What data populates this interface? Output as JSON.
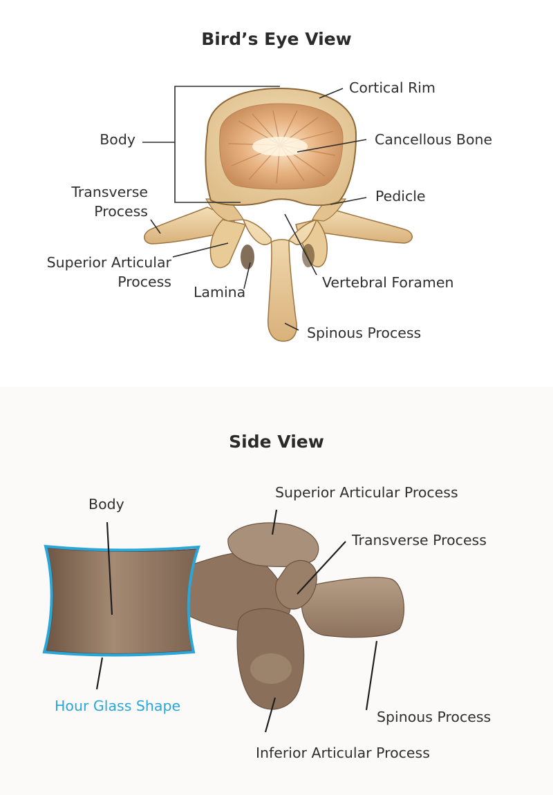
{
  "top": {
    "title": "Bird’s Eye View",
    "labels": {
      "cortical_rim": "Cortical Rim",
      "body": "Body",
      "cancellous_bone": "Cancellous Bone",
      "transverse_process_1": "Transverse",
      "transverse_process_2": "Process",
      "pedicle": "Pedicle",
      "superior_articular_1": "Superior Articular",
      "superior_articular_2": "Process",
      "lamina": "Lamina",
      "vertebral_foramen": "Vertebral Foramen",
      "spinous_process": "Spinous Process"
    }
  },
  "bottom": {
    "title": "Side View",
    "labels": {
      "body": "Body",
      "superior_articular_process": "Superior Articular Process",
      "transverse_process": "Transverse Process",
      "hour_glass_shape": "Hour Glass Shape",
      "spinous_process": "Spinous Process",
      "inferior_articular_process": "Inferior Articular Process"
    }
  },
  "colors": {
    "bone_light": "#f1d9ae",
    "bone_mid": "#dcb783",
    "bone_dark": "#a07a48",
    "side_bone": "#9c7f66",
    "side_bone_dark": "#6f5744",
    "highlight_blue": "#2aa7d8",
    "leader_line": "#2b2b2b"
  }
}
